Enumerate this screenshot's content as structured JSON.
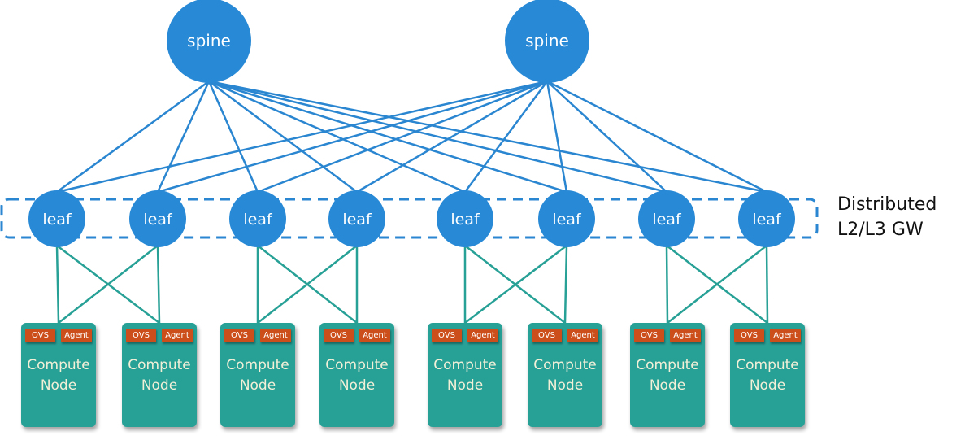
{
  "colors": {
    "node_blue": "#2889d6",
    "uplink_line": "#2a86d0",
    "downlink_line": "#27a096",
    "compute_fill": "#27a096",
    "chip_fill": "#cc4e1a",
    "compute_text": "#f3f0d8"
  },
  "spines": [
    {
      "label": "spine"
    },
    {
      "label": "spine"
    }
  ],
  "leaves": [
    {
      "label": "leaf"
    },
    {
      "label": "leaf"
    },
    {
      "label": "leaf"
    },
    {
      "label": "leaf"
    },
    {
      "label": "leaf"
    },
    {
      "label": "leaf"
    },
    {
      "label": "leaf"
    },
    {
      "label": "leaf"
    }
  ],
  "gateway_group": {
    "line1": "Distributed",
    "line2": "L2/L3 GW"
  },
  "compute_nodes": [
    {
      "ovs": "OVS",
      "agent": "Agent",
      "line1": "Compute",
      "line2": "Node"
    },
    {
      "ovs": "OVS",
      "agent": "Agent",
      "line1": "Compute",
      "line2": "Node"
    },
    {
      "ovs": "OVS",
      "agent": "Agent",
      "line1": "Compute",
      "line2": "Node"
    },
    {
      "ovs": "OVS",
      "agent": "Agent",
      "line1": "Compute",
      "line2": "Node"
    },
    {
      "ovs": "OVS",
      "agent": "Agent",
      "line1": "Compute",
      "line2": "Node"
    },
    {
      "ovs": "OVS",
      "agent": "Agent",
      "line1": "Compute",
      "line2": "Node"
    },
    {
      "ovs": "OVS",
      "agent": "Agent",
      "line1": "Compute",
      "line2": "Node"
    },
    {
      "ovs": "OVS",
      "agent": "Agent",
      "line1": "Compute",
      "line2": "Node"
    }
  ],
  "topology": {
    "spine_to_leaf": "full-mesh",
    "leaf_pairs": [
      [
        0,
        1
      ],
      [
        2,
        3
      ],
      [
        4,
        5
      ],
      [
        6,
        7
      ]
    ],
    "leaf_to_compute": "each leaf pair cross-connected to its two compute nodes"
  }
}
